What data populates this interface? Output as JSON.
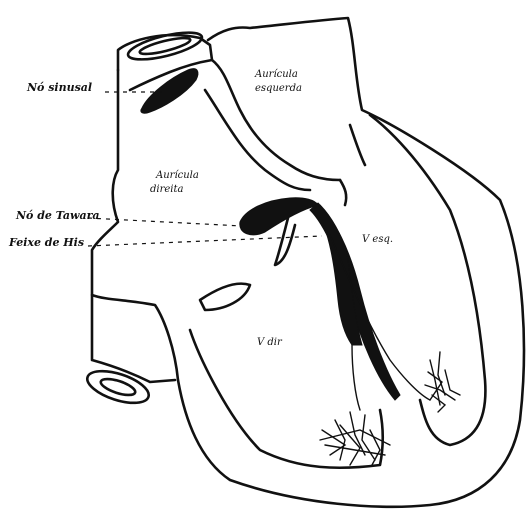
{
  "labels": {
    "no_sinusal": "Nó sinusal",
    "auricula_esquerda_1": "Aurícula",
    "auricula_esquerda_2": "esquerda",
    "auricula_direita_1": "Aurícula",
    "auricula_direita_2": "direita",
    "no_tawara": "Nó de Tawara",
    "feixe_his": "Feixe de His",
    "v_esq": "V esq.",
    "v_dir": "V dir"
  },
  "colors": {
    "ink": "#111111",
    "background": "#ffffff"
  }
}
